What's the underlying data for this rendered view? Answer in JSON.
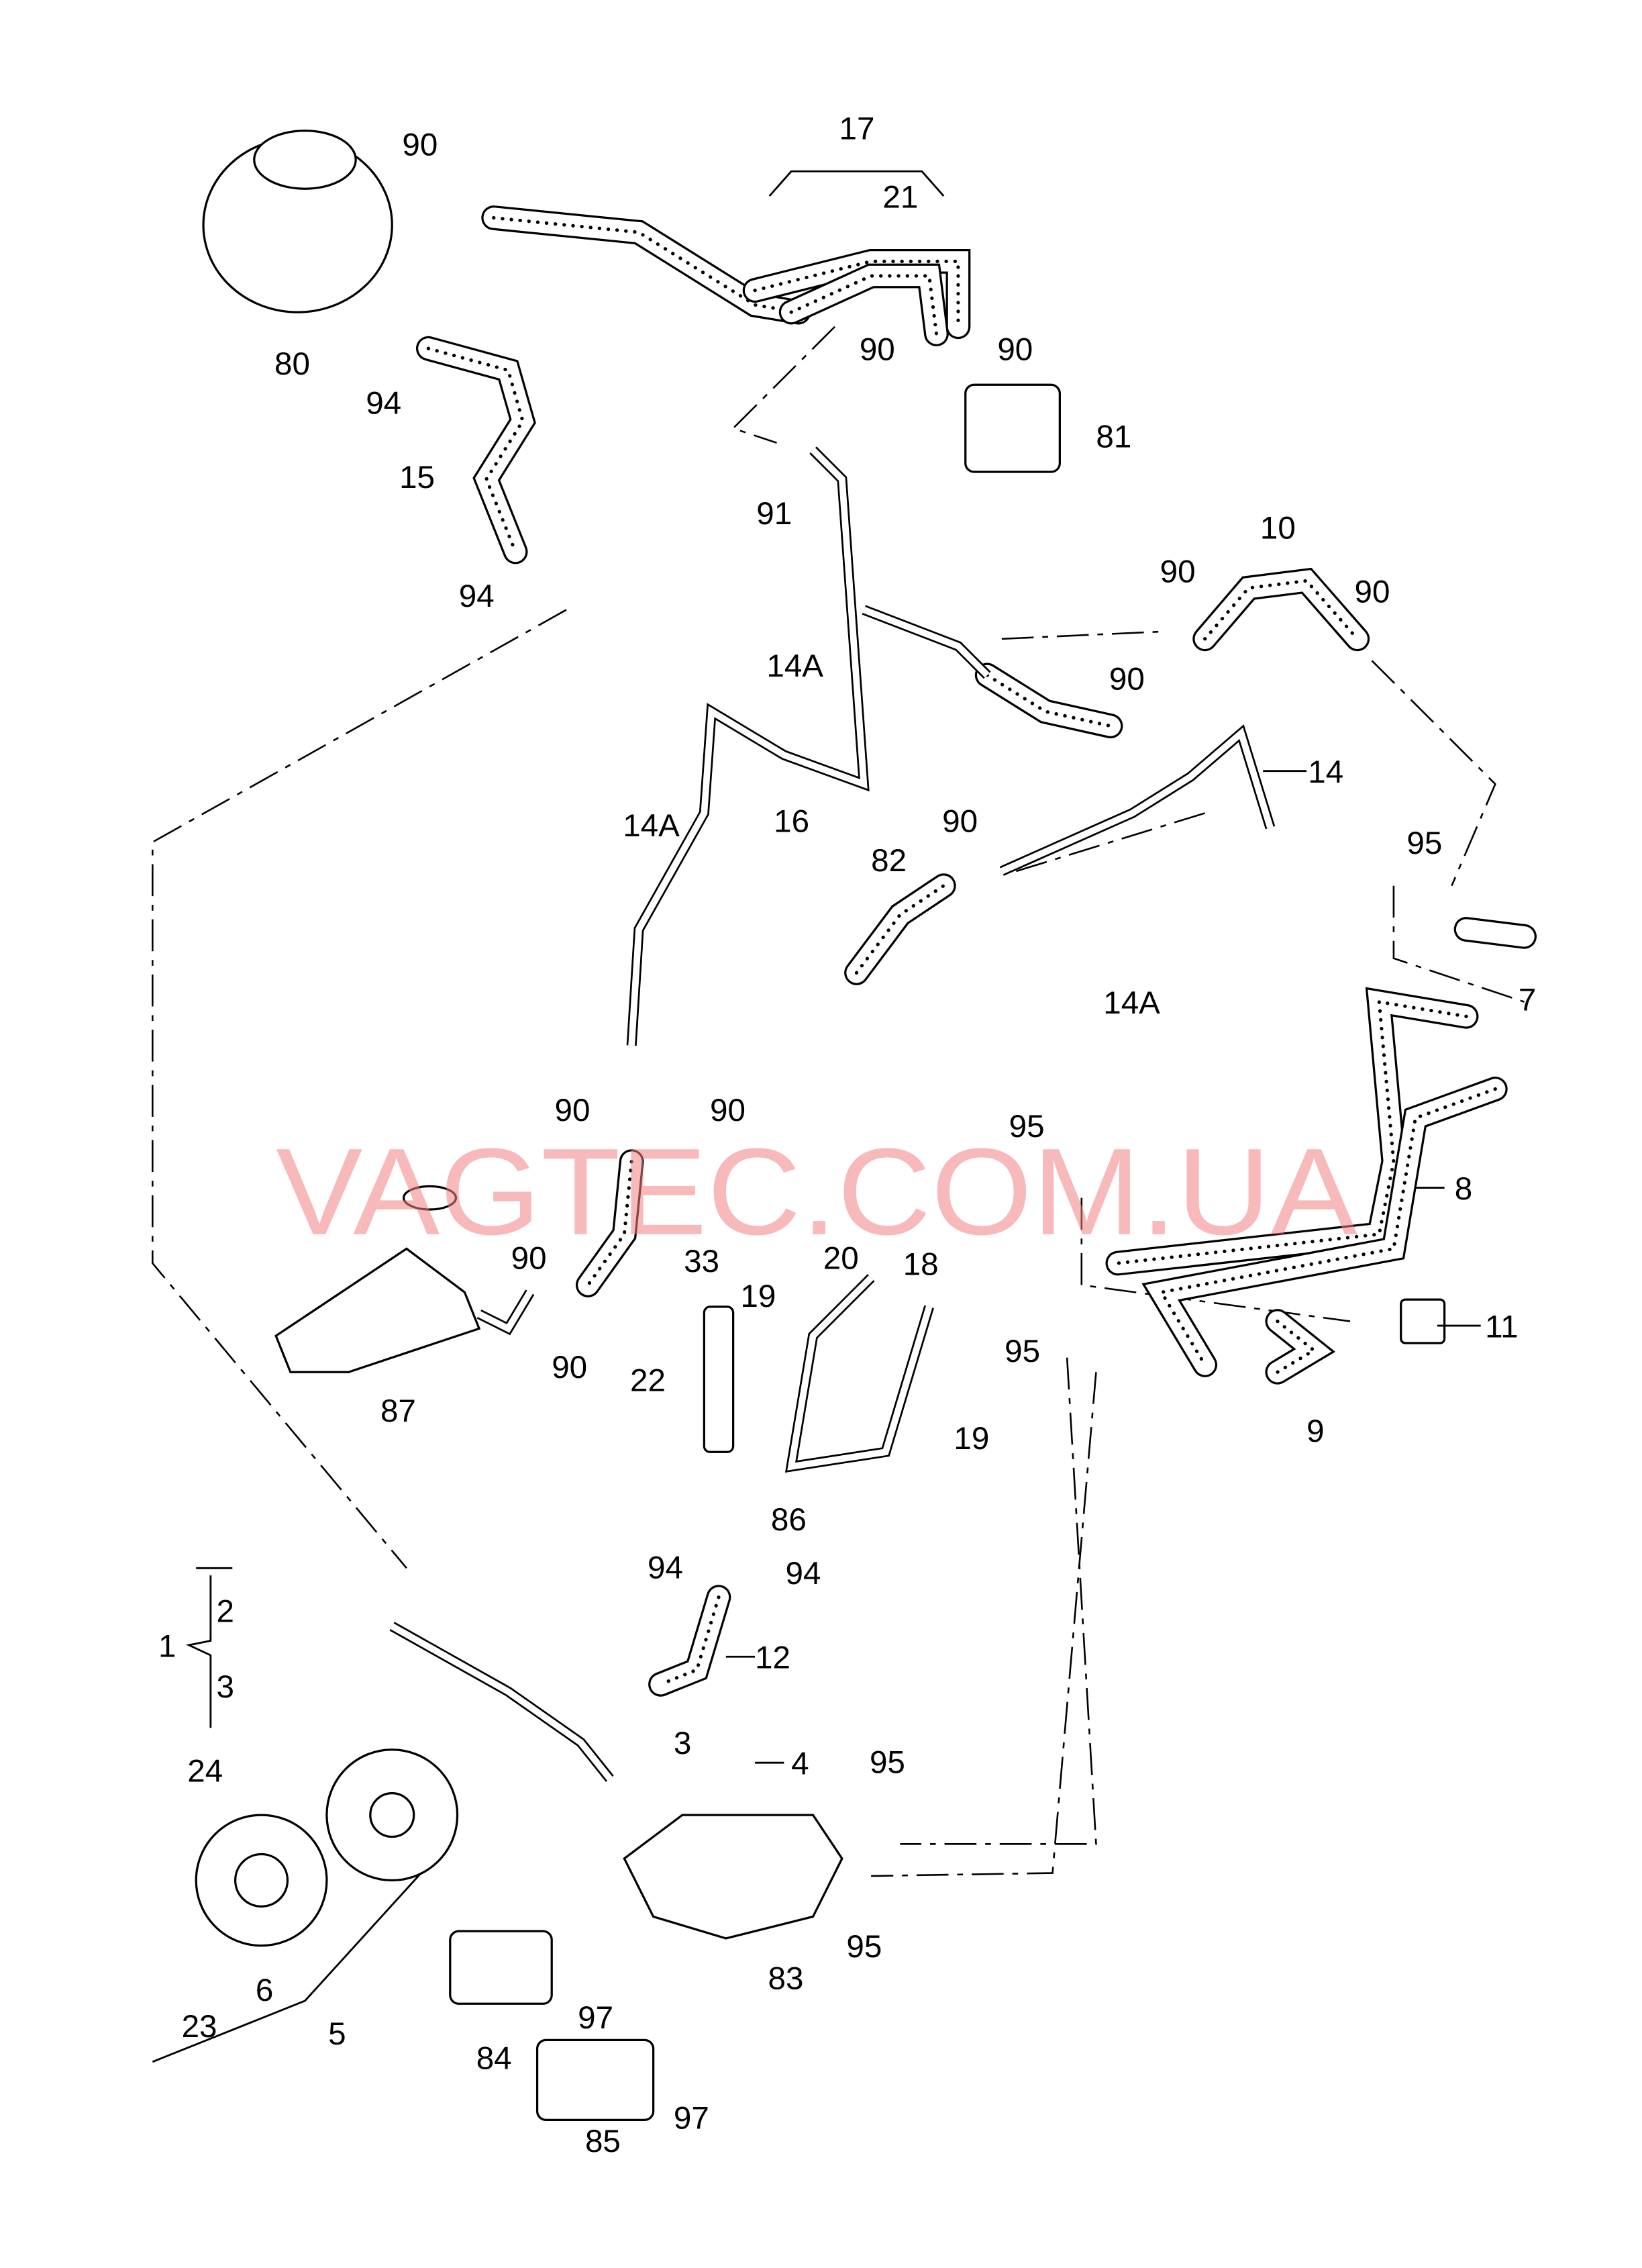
{
  "watermark": "VAGTEC.COM.UA",
  "callouts": {
    "c17": "17",
    "c21": "21",
    "c90a": "90",
    "c80": "80",
    "c94a": "94",
    "c90b": "90",
    "c90c": "90",
    "c81": "81",
    "c15": "15",
    "c91": "91",
    "c94b": "94",
    "c10": "10",
    "c90d": "90",
    "c90e": "90",
    "c14Aa": "14A",
    "c90f": "90",
    "c14": "14",
    "c16": "16",
    "c14Ab": "14A",
    "c90g": "90",
    "c82": "82",
    "c95a": "95",
    "c14Ac": "14A",
    "c7": "7",
    "c90h": "90",
    "c90i": "90",
    "c8": "8",
    "c95b": "95",
    "c90j": "90",
    "c33": "33",
    "c20": "20",
    "c18": "18",
    "c19a": "19",
    "c11": "11",
    "c90k": "90",
    "c22": "22",
    "c95c": "95",
    "c9": "9",
    "c87": "87",
    "c19b": "19",
    "c86": "86",
    "c94c": "94",
    "c94d": "94",
    "c2": "2",
    "c1": "1",
    "c12": "12",
    "c3a": "3",
    "c3b": "3",
    "c4": "4",
    "c95d": "95",
    "c24": "24",
    "c83": "83",
    "c95e": "95",
    "c6": "6",
    "c23": "23",
    "c5": "5",
    "c97a": "97",
    "c84": "84",
    "c97b": "97",
    "c85": "85"
  }
}
